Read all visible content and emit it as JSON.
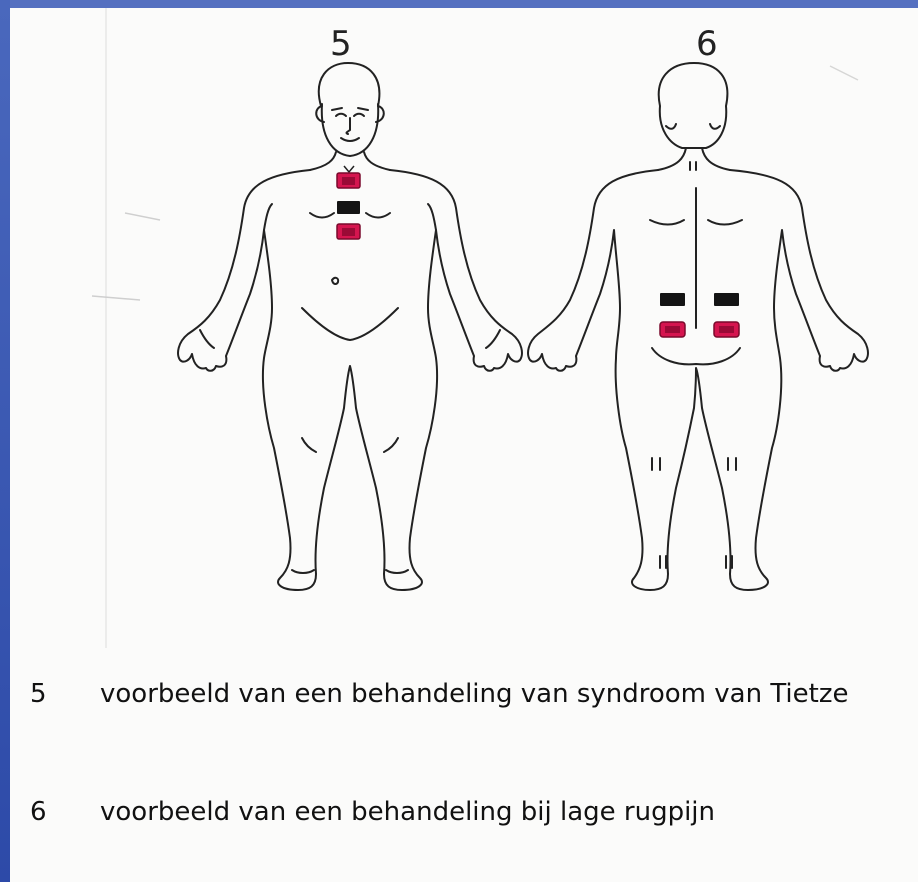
{
  "figures": [
    {
      "number": "5",
      "view": "front"
    },
    {
      "number": "6",
      "view": "back"
    }
  ],
  "electrode_colors": {
    "active": "#d5154f",
    "reference": "#141414",
    "outline": "#222222"
  },
  "captions": [
    {
      "number": "5",
      "text": "voorbeeld van een behandeling van syndroom van Tietze"
    },
    {
      "number": "6",
      "text": "voorbeeld van een behandeling bij lage rugpijn"
    }
  ]
}
